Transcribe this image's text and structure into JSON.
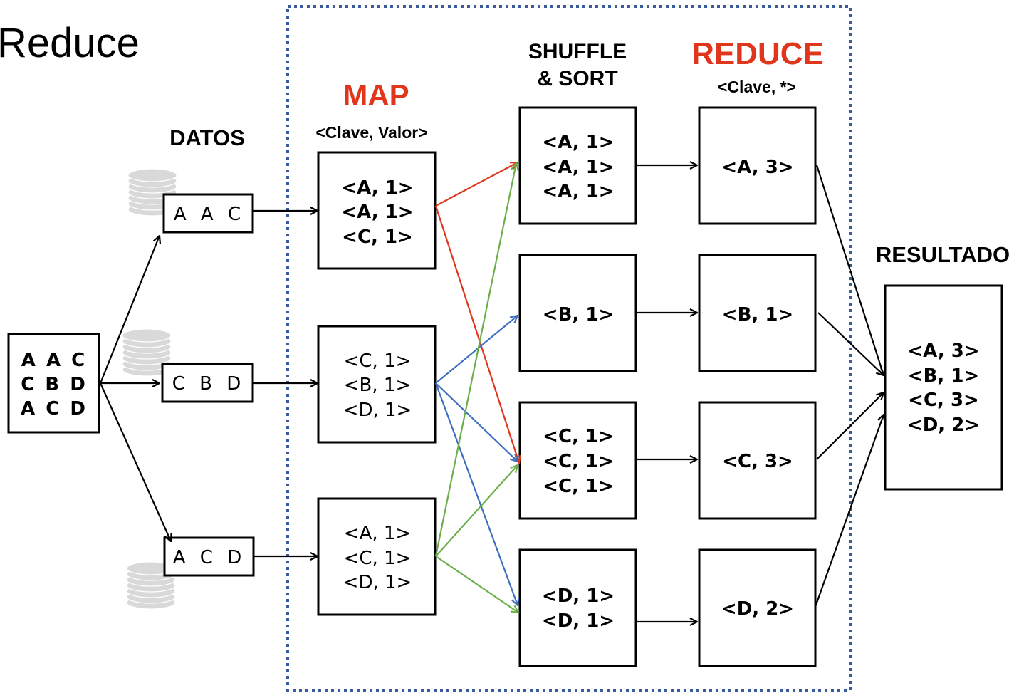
{
  "title": "Reduce",
  "headers": {
    "datos": "DATOS",
    "map": "MAP",
    "map_sub": "<Clave, Valor>",
    "shuffle_line1": "SHUFFLE",
    "shuffle_line2": "& SORT",
    "reduce": "REDUCE",
    "reduce_sub": "<Clave, *>",
    "resultado": "RESULTADO"
  },
  "input_box": [
    "A A C",
    "C B D",
    "A C D"
  ],
  "datos_boxes": [
    "A A C",
    "C B D",
    "A C D"
  ],
  "map_boxes": [
    [
      "<A, 1>",
      "<A, 1>",
      "<C, 1>"
    ],
    [
      "<C, 1>",
      "<B, 1>",
      "<D, 1>"
    ],
    [
      "<A, 1>",
      "<C, 1>",
      "<D, 1>"
    ]
  ],
  "shuffle_boxes": [
    [
      "<A, 1>",
      "<A, 1>",
      "<A, 1>"
    ],
    [
      "<B, 1>"
    ],
    [
      "<C, 1>",
      "<C, 1>",
      "<C, 1>"
    ],
    [
      "<D, 1>",
      "<D, 1>"
    ]
  ],
  "reduce_boxes": [
    "<A, 3>",
    "<B, 1>",
    "<C, 3>",
    "<D, 2>"
  ],
  "result_box": [
    "<A, 3>",
    "<B, 1>",
    "<C, 3>",
    "<D, 2>"
  ],
  "colors": {
    "map_flow_1": "#e0361c",
    "map_flow_2": "#3f6fbf",
    "map_flow_3": "#6caf4a",
    "frame": "#3a5a9a",
    "accent_header": "#e0361c"
  },
  "icons": [
    "database-icon",
    "database-icon",
    "database-icon"
  ]
}
